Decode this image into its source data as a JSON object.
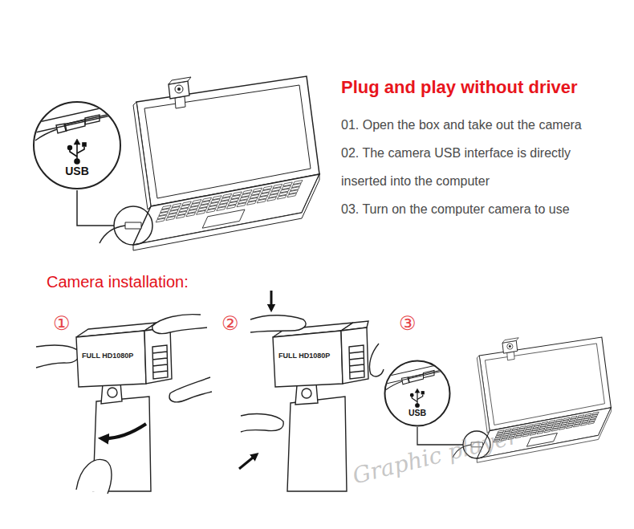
{
  "diagram": {
    "title": "Plug and play without driver",
    "nodes": [
      {
        "text": [
          "USB"
        ]
      },
      {
        "text": [
          "USB"
        ]
      }
    ],
    "labels": [
      "01. Open the box and take out the camera",
      "02. The camera USB interface is directly inserted into the computer",
      "03. Turn on the computer camera to use",
      "Camera installation:",
      "①",
      "②",
      "③",
      "FULL HD1080P",
      "FULL HD1080P",
      "Graphic player"
    ]
  }
}
